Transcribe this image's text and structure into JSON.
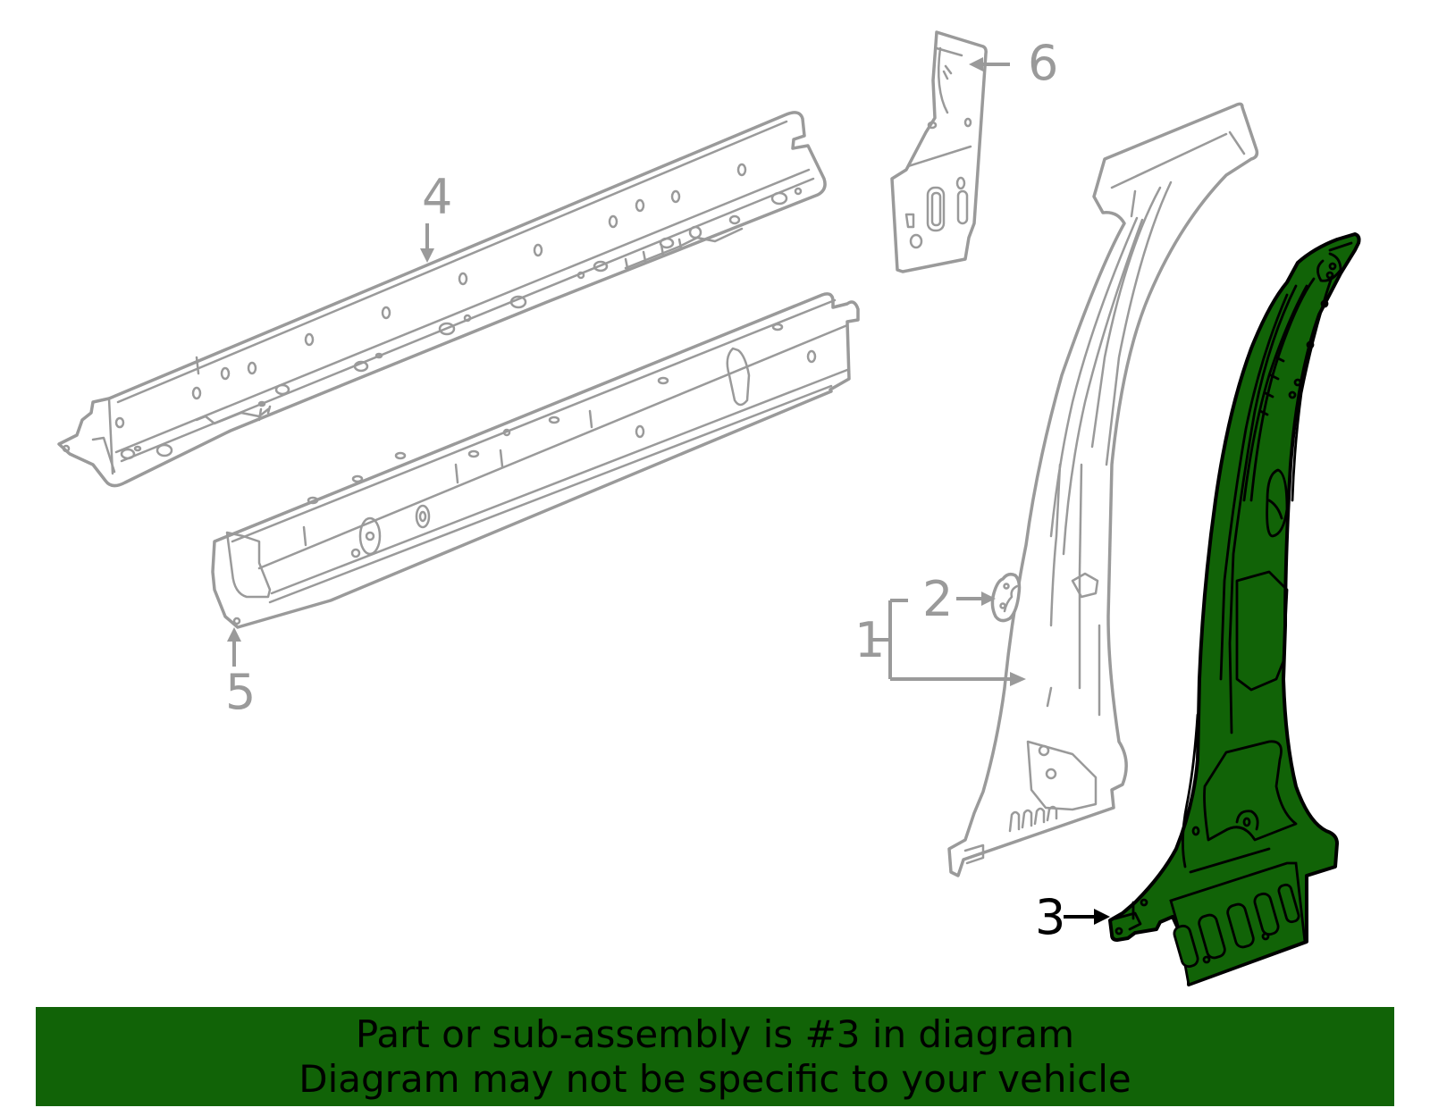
{
  "diagram": {
    "selected_part": "3",
    "callouts": [
      {
        "id": "1",
        "label": "1",
        "highlighted": false
      },
      {
        "id": "2",
        "label": "2",
        "highlighted": false
      },
      {
        "id": "3",
        "label": "3",
        "highlighted": true
      },
      {
        "id": "4",
        "label": "4",
        "highlighted": false
      },
      {
        "id": "5",
        "label": "5",
        "highlighted": false
      },
      {
        "id": "6",
        "label": "6",
        "highlighted": false
      }
    ],
    "colors": {
      "highlight_fill": "#116307",
      "highlight_outline": "#000000",
      "other_parts": "#9a9a9a",
      "background": "#ffffff"
    }
  },
  "banner": {
    "line1": "Part or sub-assembly is #3 in diagram",
    "line2": "Diagram may not be specific to your vehicle",
    "background": "#116307"
  }
}
